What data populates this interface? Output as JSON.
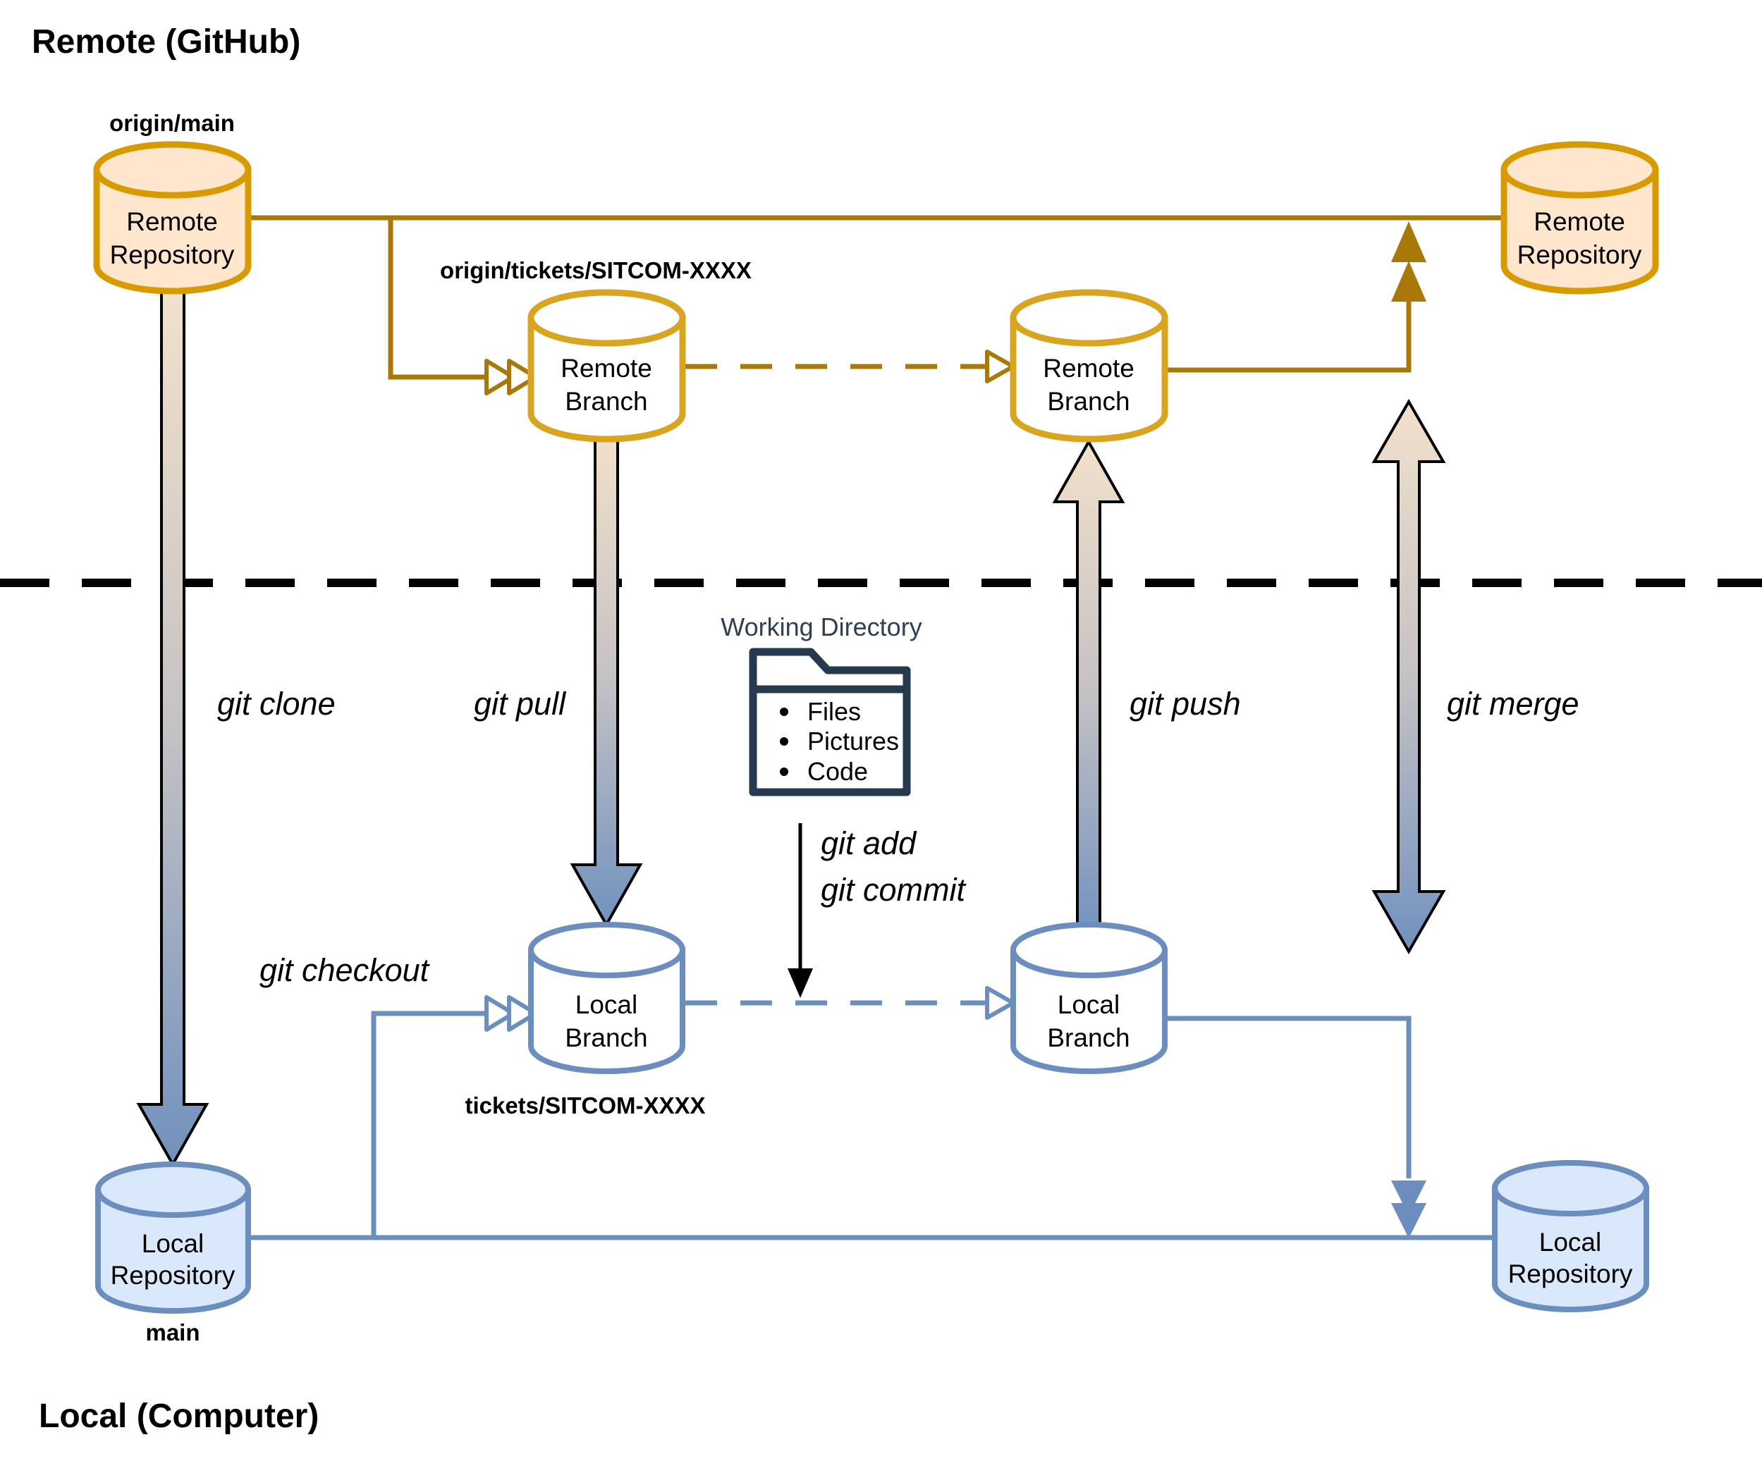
{
  "zones": {
    "remote": "Remote (GitHub)",
    "local": "Local (Computer)"
  },
  "nodes": {
    "remote_repo_main": {
      "line1": "Remote",
      "line2": "Repository",
      "tag": "origin/main"
    },
    "remote_branch_1": {
      "line1": "Remote",
      "line2": "Branch",
      "tag": "origin/tickets/SITCOM-XXXX"
    },
    "remote_branch_2": {
      "line1": "Remote",
      "line2": "Branch"
    },
    "remote_repo_merged": {
      "line1": "Remote",
      "line2": "Repository"
    },
    "local_repo_main": {
      "line1": "Local",
      "line2": "Repository",
      "tag": "main"
    },
    "local_branch_1": {
      "line1": "Local",
      "line2": "Branch",
      "tag": "tickets/SITCOM-XXXX"
    },
    "local_branch_2": {
      "line1": "Local",
      "line2": "Branch"
    },
    "local_repo_merged": {
      "line1": "Local",
      "line2": "Repository"
    },
    "working_directory": {
      "title": "Working Directory",
      "items": [
        "Files",
        "Pictures",
        "Code"
      ]
    }
  },
  "edges": {
    "clone": "git clone",
    "pull": "git pull",
    "push": "git push",
    "merge": "git merge",
    "checkout": "git checkout",
    "add": "git add",
    "commit": "git commit"
  },
  "colors": {
    "remote_fill": "#FFE6CC",
    "remote_stroke": "#D79B00",
    "remote_connector": "#A87908",
    "local_fill": "#DAE8FB",
    "local_stroke": "#6C8EBF",
    "working_directory_ink": "#2E4053",
    "arrow_gradient_top": "#F2E1CB",
    "arrow_gradient_bottom": "#7191BE",
    "divider": "#000000"
  }
}
